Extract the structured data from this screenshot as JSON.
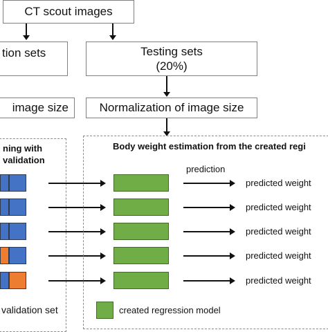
{
  "colors": {
    "blue": "#4472c4",
    "orange": "#ed7d31",
    "green": "#70ad47",
    "border": "#7f7f7f"
  },
  "top": {
    "source_label": "CT scout images"
  },
  "left": {
    "sets_label": "tion sets",
    "normalize_label": "image size",
    "panel_title_line1": "ning with",
    "panel_title_line2": "validation",
    "legend_label": "validation set"
  },
  "right": {
    "testing_label": "Testing sets",
    "testing_pct": "(20%)",
    "normalize_label": "Normalization of image size",
    "panel_title": "Body weight estimation from the created regi",
    "prediction_label": "prediction",
    "outputs": [
      "predicted weight",
      "predicted weight",
      "predicted weight",
      "predicted weight",
      "predicted weight"
    ],
    "legend_label": "created regression model"
  },
  "folds": [
    [
      "blue",
      "blue"
    ],
    [
      "blue",
      "blue"
    ],
    [
      "blue",
      "blue"
    ],
    [
      "orange",
      "blue"
    ],
    [
      "blue",
      "orange"
    ]
  ]
}
